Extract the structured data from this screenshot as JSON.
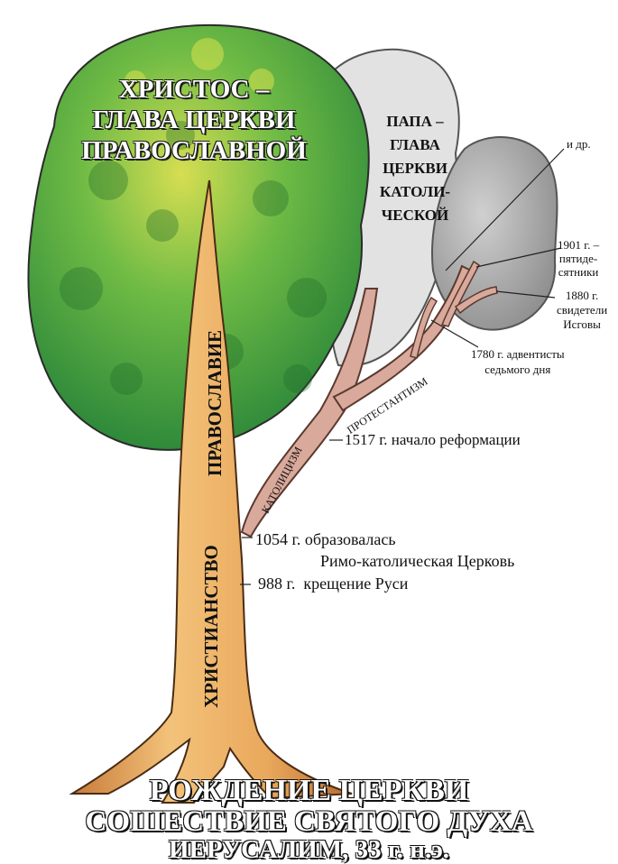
{
  "crown": {
    "line1": "ХРИСТОС –",
    "line2": "ГЛАВА ЦЕРКВИ",
    "line3": "ПРАВОСЛАВНОЙ"
  },
  "pope": {
    "line1": "ПАПА –",
    "line2": "ГЛАВА",
    "line3": "ЦЕРКВИ",
    "line4": "КАТОЛИ-",
    "line5": "ЧЕСКОЙ"
  },
  "trunk": {
    "orthodoxy": "ПРАВОСЛАВИЕ",
    "christianity": "ХРИСТИАНСТВО"
  },
  "branches": {
    "catholicism": "КАТОЛИЦИЗМ",
    "protestantism": "ПРОТЕСТАНТИЗМ"
  },
  "events": {
    "and_others": "и др.",
    "pentecostals_1": "1901 г. –",
    "pentecostals_2": "пятиде-",
    "pentecostals_3": "сятники",
    "jehovah_1": "1880 г.",
    "jehovah_2": "свидетели",
    "jehovah_3": "Исговы",
    "adventists_1": "1780 г. адвентисты",
    "adventists_2": "седьмого дня",
    "reformation": "1517 г. начало реформации",
    "schism_1": "1054 г. образовалась",
    "schism_2": "Римо-католическая Церковь",
    "baptism": "988 г.  крещение Руси"
  },
  "footer": {
    "line1": "РОЖДЕНИЕ ЦЕРКВИ",
    "line2": "СОШЕСТВИЕ СВЯТОГО ДУХА",
    "line3": "ИЕРУСАЛИМ, 33 г. н.э."
  },
  "colors": {
    "crown_green": "#5fb043",
    "crown_light": "#c9d94a",
    "crown_dark": "#2f7d3a",
    "trunk": "#e6a658",
    "trunk_light": "#f3cc85",
    "trunk_shade": "#b86e32",
    "catholic_crown": "#e4e4e4",
    "protestant_crown": "#a6a6a6",
    "branch": "#dcb1a4"
  }
}
